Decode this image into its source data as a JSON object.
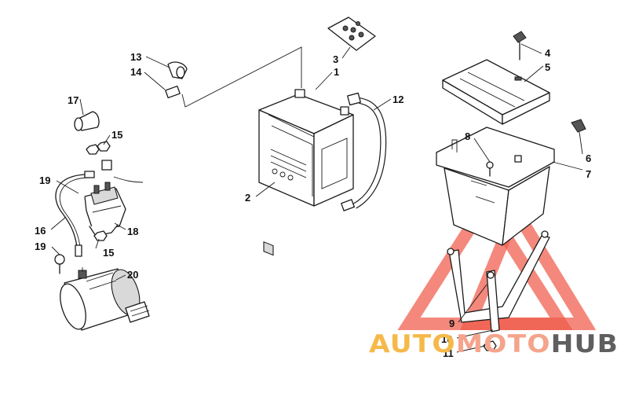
{
  "diagram": {
    "parts": [
      {
        "num": "1"
      },
      {
        "num": "2"
      },
      {
        "num": "3"
      },
      {
        "num": "4"
      },
      {
        "num": "5"
      },
      {
        "num": "6"
      },
      {
        "num": "7"
      },
      {
        "num": "8"
      },
      {
        "num": "9"
      },
      {
        "num": "10"
      },
      {
        "num": "11"
      },
      {
        "num": "12"
      },
      {
        "num": "13"
      },
      {
        "num": "14"
      },
      {
        "num": "15"
      },
      {
        "num": "15"
      },
      {
        "num": "16"
      },
      {
        "num": "17"
      },
      {
        "num": "18"
      },
      {
        "num": "19"
      },
      {
        "num": "19"
      },
      {
        "num": "20"
      }
    ]
  },
  "watermark": {
    "part1": "AUTO",
    "part2": "MOTO",
    "part3": "HUB",
    "colors": {
      "auto": "#f5b94a",
      "moto": "#f5a48c",
      "hub": "#5f5f5f",
      "triangle": "#f05a4a"
    }
  }
}
